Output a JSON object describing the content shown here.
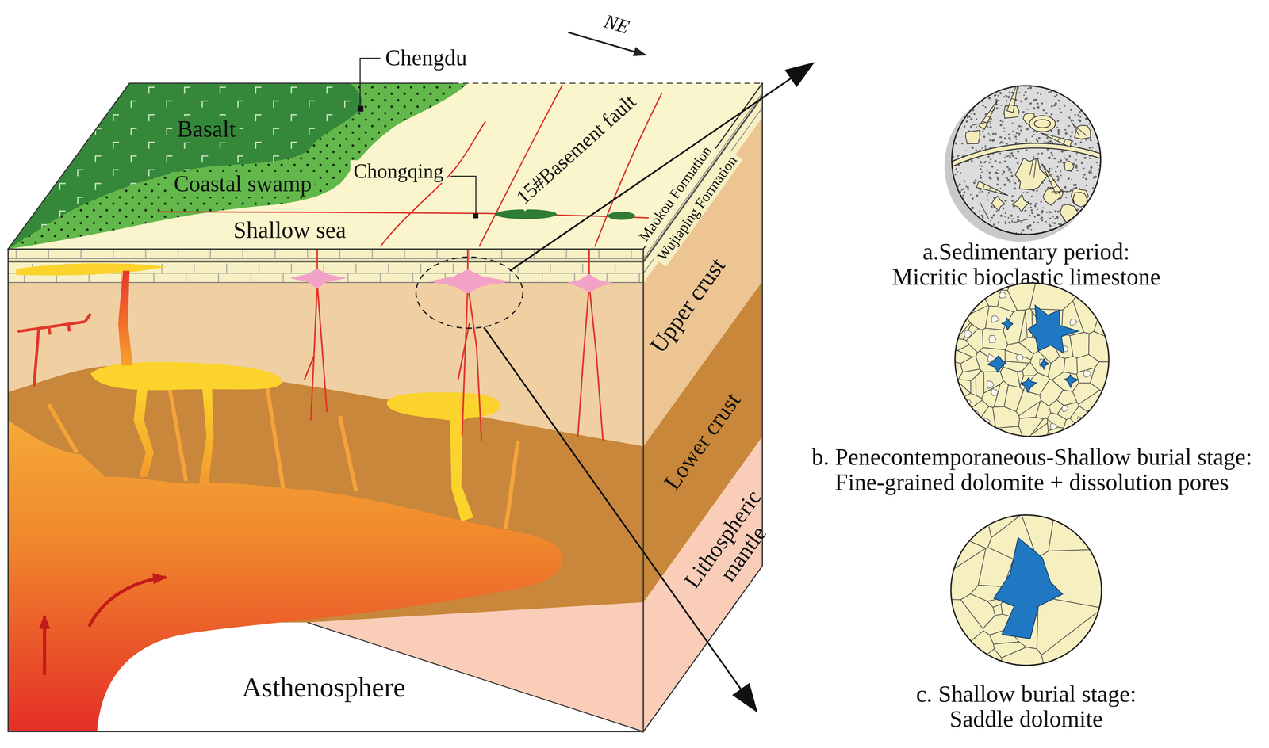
{
  "diagram": {
    "nodes": [
      {
        "text": [
          "a.Sedimentary period:",
          "Micritic bioclastic limestone"
        ]
      },
      {
        "text": [
          "b. Penecontemporaneous-Shallow burial stage:",
          "Fine-grained dolomite + dissolution pores"
        ]
      },
      {
        "text": [
          "c. Shallow burial stage:",
          "Saddle dolomite"
        ]
      }
    ],
    "labels": [
      "NE",
      "Chengdu",
      "Basalt",
      "Coastal swamp",
      "Chongqing",
      "15#Basement fault",
      "Shallow sea",
      "Maokou Formation",
      "Wujiaping Formation",
      "Upper crust",
      "Lower crust",
      "Lithospheric mantle",
      "Asthenosphere"
    ]
  }
}
